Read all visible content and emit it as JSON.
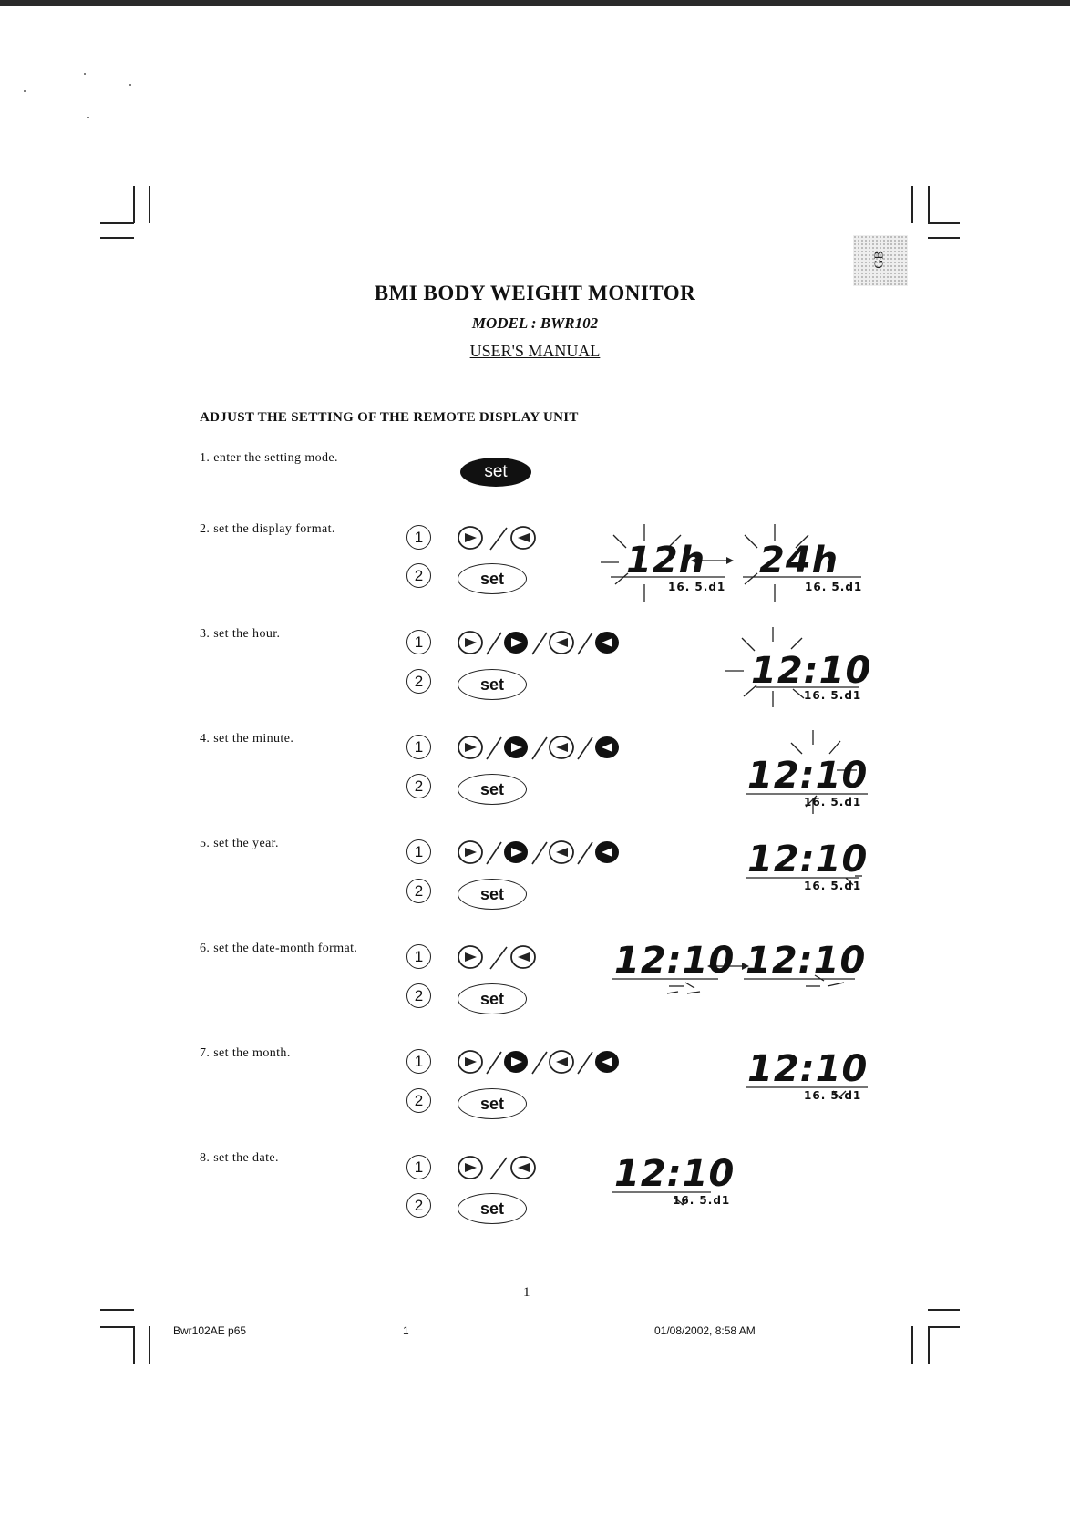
{
  "tab": "GB",
  "title": "BMI BODY WEIGHT MONITOR",
  "model": "MODEL : BWR102",
  "manual": "USER'S MANUAL",
  "section_heading": "ADJUST THE SETTING OF THE REMOTE DISPLAY UNIT",
  "set_label": "set",
  "circle_1": "1",
  "circle_2": "2",
  "steps": [
    "1. enter the setting mode.",
    "2. set the display format.",
    "3. set the hour.",
    "4. set the minute.",
    "5. set the year.",
    "6. set the date-month format.",
    "7. set the month.",
    "8. set the date."
  ],
  "lcd": {
    "format_12": "12h",
    "format_24": "24h",
    "time": "12:10",
    "date_small": "16. 5.d1"
  },
  "page_number": "1",
  "footer": {
    "file": "Bwr102AE p65",
    "page": "1",
    "datetime": "01/08/2002, 8:58 AM"
  }
}
